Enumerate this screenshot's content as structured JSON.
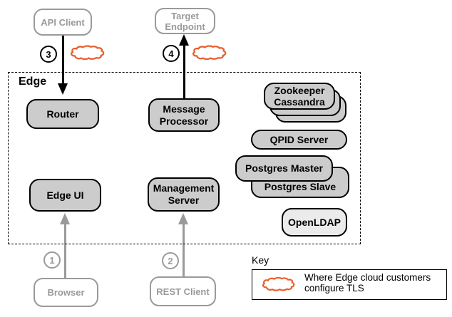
{
  "colors": {
    "component_fill": "#cccccc",
    "component_fill_light": "#ebebeb",
    "cloud_stroke": "#eb5d2c",
    "muted": "#9a9a9a",
    "ink": "#000000"
  },
  "edge": {
    "label": "Edge",
    "components": {
      "router": "Router",
      "message_processor": "Message Processor",
      "edge_ui": "Edge UI",
      "management_server": "Management Server",
      "zookeeper": "Zookeeper",
      "cassandra": "Cassandra",
      "qpid_server": "QPID Server",
      "postgres_master": "Postgres Master",
      "postgres_slave": "Postgres Slave",
      "openldap": "OpenLDAP"
    }
  },
  "externals": {
    "api_client": "API Client",
    "target_endpoint": "Target Endpoint",
    "browser": "Browser",
    "rest_client": "REST Client"
  },
  "steps": {
    "step1": "1",
    "step2": "2",
    "step3": "3",
    "step4": "4"
  },
  "key": {
    "title": "Key",
    "tls_cloud_icon": "tls-cloud",
    "entry": "Where Edge cloud customers configure TLS"
  }
}
